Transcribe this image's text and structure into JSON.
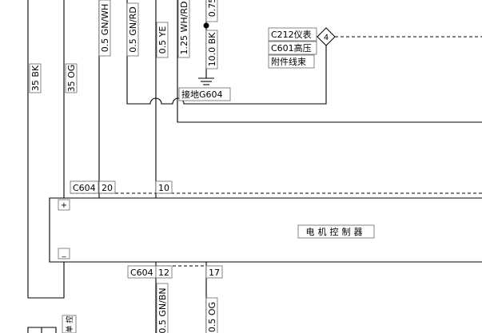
{
  "wires": {
    "w_35bk": "35 BK",
    "w_35og": "35 OG",
    "w_05gnwh": "0.5 GN/WH",
    "w_05gnrd": "0.5 GN/RD",
    "w_05ye": "0.5 YE",
    "w_125whrd": "1.25 WH/RD",
    "w_075": "0.75",
    "w_10bk": "10.0 BK",
    "w_05gnbn": "0.5 GN/BN",
    "w_05og": "0.5 OG"
  },
  "connectors": {
    "c212": "C212仪表",
    "c601": "C601高压",
    "harness": "附件线束",
    "node": "4",
    "ground": "接地G604",
    "c604_top": "C604",
    "pin20": "20",
    "pin10": "10",
    "c604_bottom": "C604",
    "pin12": "12",
    "pin17": "17"
  },
  "controller": {
    "label": "电机控制器",
    "plus": "+",
    "minus": "_"
  },
  "fragment": "单 控"
}
